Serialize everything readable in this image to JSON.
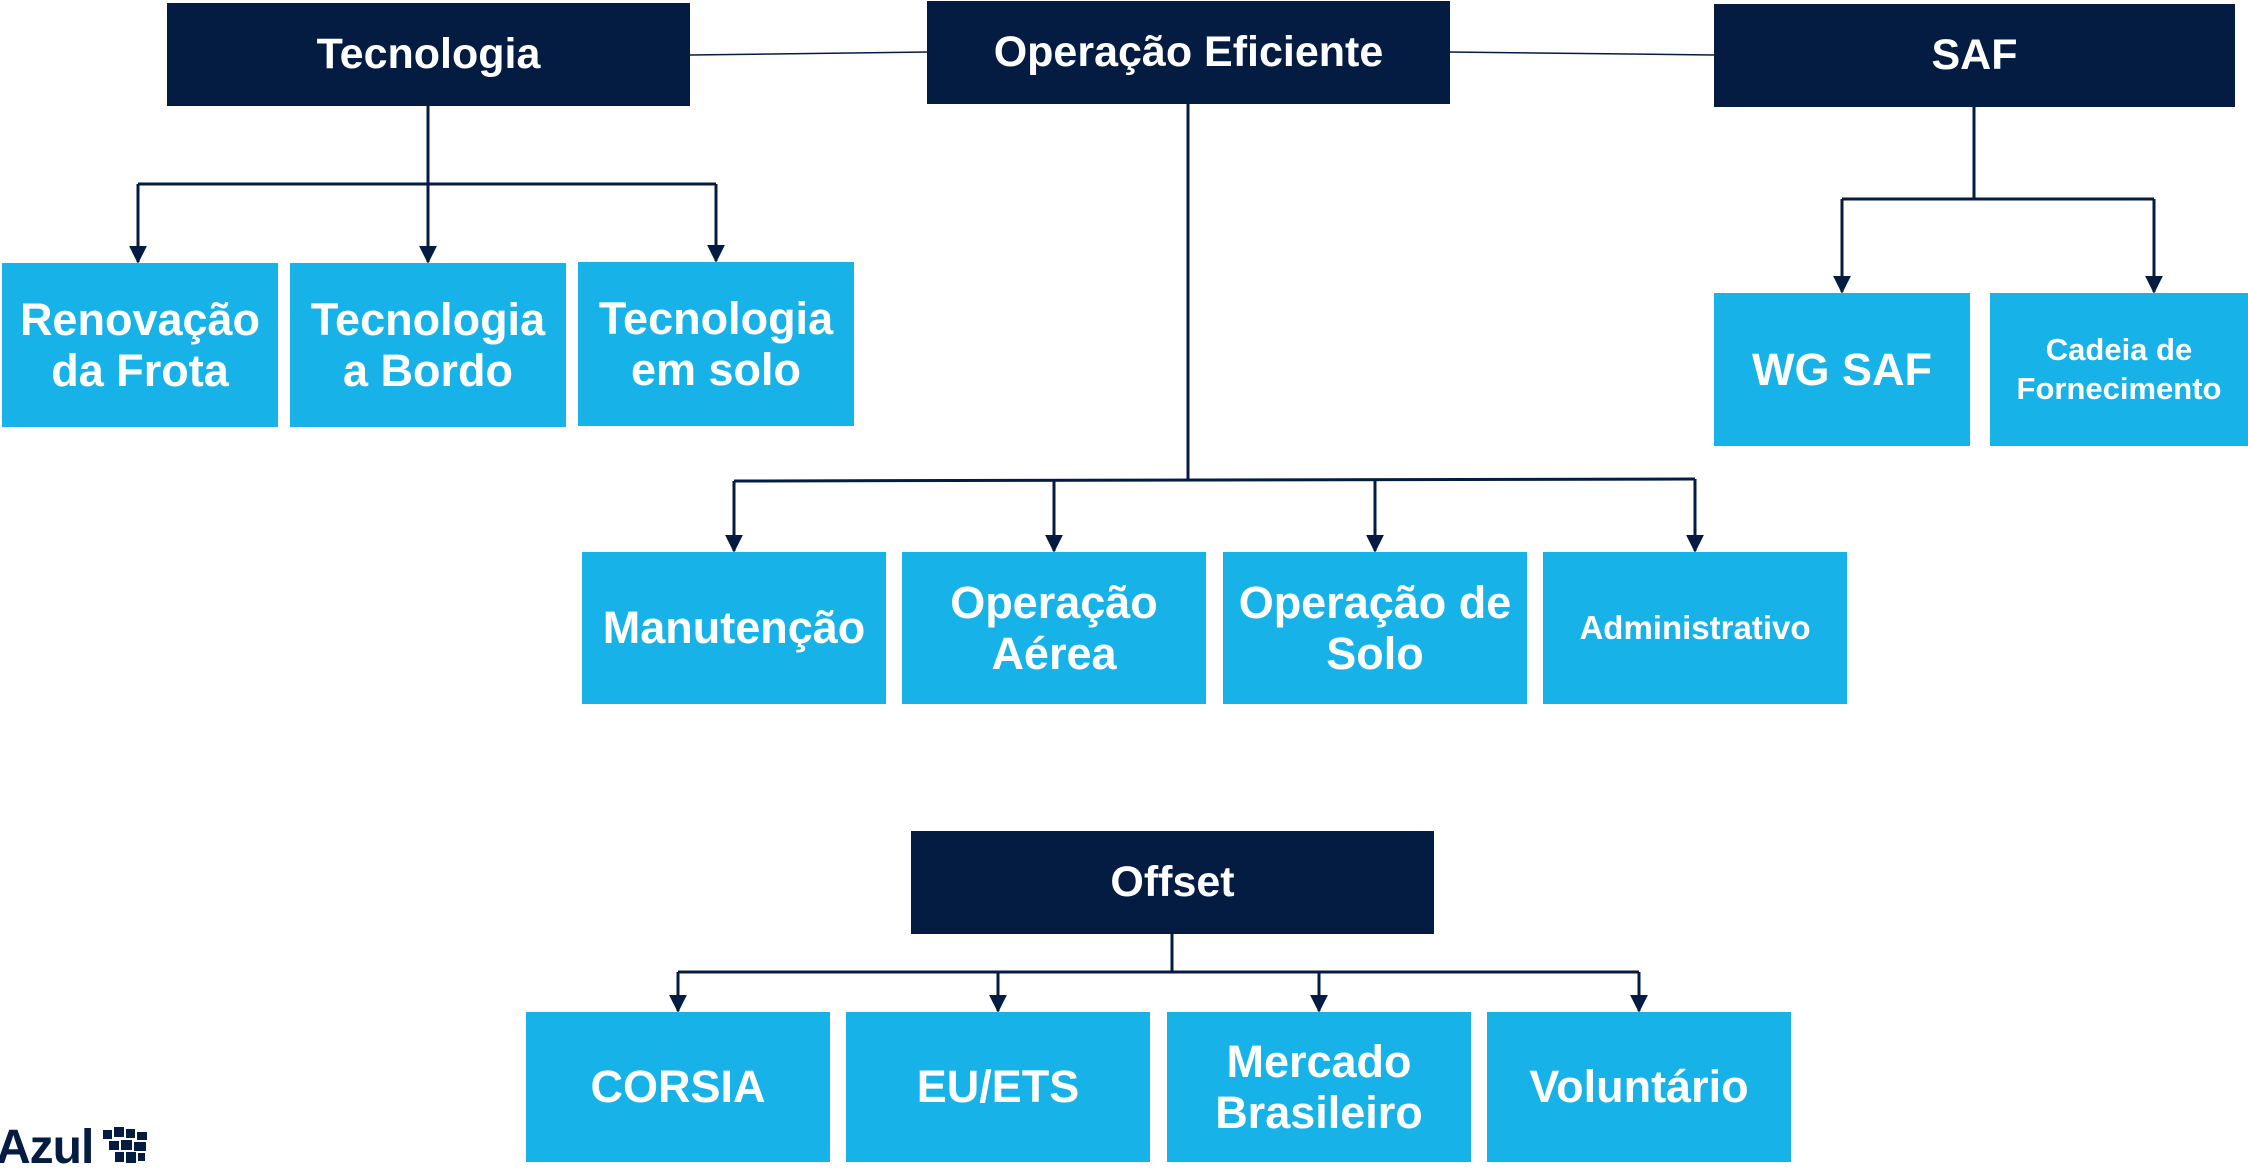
{
  "nodes": {
    "tecnologia": "Tecnologia",
    "operacao_eficiente": "Operação Eficiente",
    "saf": "SAF",
    "renovacao_frota": "Renovação\nda Frota",
    "tecnologia_bordo": "Tecnologia\na Bordo",
    "tecnologia_solo": "Tecnologia\nem solo",
    "wg_saf": "WG SAF",
    "cadeia_fornecimento": "Cadeia de\nFornecimento",
    "manutencao": "Manutenção",
    "operacao_aerea": "Operação\nAérea",
    "operacao_solo": "Operação de\nSolo",
    "administrativo": "Administrativo",
    "offset": "Offset",
    "corsia": "CORSIA",
    "eu_ets": "EU/ETS",
    "mercado_brasileiro": "Mercado\nBrasileiro",
    "voluntario": "Voluntário"
  },
  "logo": {
    "text": "Azul"
  },
  "colors": {
    "header_box": "#041c42",
    "child_box": "#17b3e8",
    "connector": "#041c42",
    "text": "#ffffff"
  }
}
